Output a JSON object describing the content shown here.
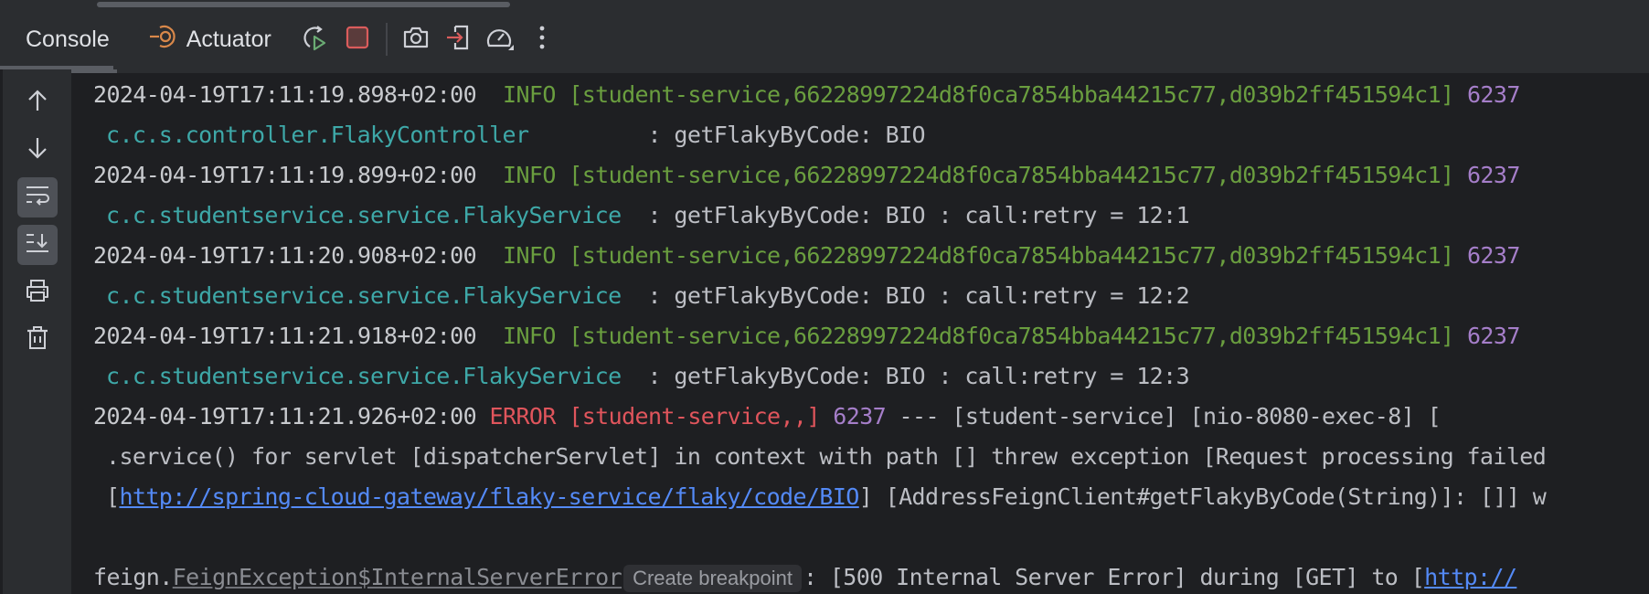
{
  "toolbar": {
    "tabs": [
      {
        "label": "Console",
        "active": true
      },
      {
        "label": "Actuator",
        "icon": "actuator-icon",
        "active": false
      }
    ],
    "buttons": [
      {
        "name": "rerun-icon",
        "color": "#6aab73"
      },
      {
        "name": "stop-icon",
        "color": "#db5c5c"
      },
      {
        "name": "screenshot-icon"
      },
      {
        "name": "restore-layout-icon",
        "color": "#db5c5c"
      },
      {
        "name": "profiler-icon"
      },
      {
        "name": "more-options-icon"
      }
    ]
  },
  "sidebar": {
    "buttons": [
      {
        "name": "scroll-up-icon",
        "active": false
      },
      {
        "name": "scroll-down-icon",
        "active": false
      },
      {
        "name": "soft-wrap-icon",
        "active": true
      },
      {
        "name": "scroll-to-end-icon",
        "active": true
      },
      {
        "name": "print-icon",
        "active": false
      },
      {
        "name": "clear-all-icon",
        "active": false
      }
    ]
  },
  "colors": {
    "background": "#1e1f22",
    "panel": "#2b2d30",
    "info": "#6a9e3f",
    "error": "#e0555c",
    "pid": "#a57ec9",
    "logger": "#3ea8a8",
    "link": "#548af7"
  },
  "log": [
    {
      "timestamp": "2024-04-19T17:11:19.898+02:00",
      "level": " INFO",
      "context": "[student-service,66228997224d8f0ca7854bba44215c77,d039b2ff451594c1]",
      "pid": "6237",
      "logger": "c.c.s.controller.FlakyController",
      "message": "         : getFlakyByCode: BIO"
    },
    {
      "timestamp": "2024-04-19T17:11:19.899+02:00",
      "level": " INFO",
      "context": "[student-service,66228997224d8f0ca7854bba44215c77,d039b2ff451594c1]",
      "pid": "6237",
      "logger": "c.c.studentservice.service.FlakyService",
      "message": "  : getFlakyByCode: BIO : call:retry = 12:1"
    },
    {
      "timestamp": "2024-04-19T17:11:20.908+02:00",
      "level": " INFO",
      "context": "[student-service,66228997224d8f0ca7854bba44215c77,d039b2ff451594c1]",
      "pid": "6237",
      "logger": "c.c.studentservice.service.FlakyService",
      "message": "  : getFlakyByCode: BIO : call:retry = 12:2"
    },
    {
      "timestamp": "2024-04-19T17:11:21.918+02:00",
      "level": " INFO",
      "context": "[student-service,66228997224d8f0ca7854bba44215c77,d039b2ff451594c1]",
      "pid": "6237",
      "logger": "c.c.studentservice.service.FlakyService",
      "message": "  : getFlakyByCode: BIO : call:retry = 12:3"
    }
  ],
  "error": {
    "timestamp": "2024-04-19T17:11:21.926+02:00",
    "level": "ERROR",
    "context": "[student-service,,]",
    "pid": "6237",
    "rest": " --- [student-service] [nio-8080-exec-8] [",
    "line2": ".service() for servlet [dispatcherServlet] in context with path [] threw exception [Request processing failed",
    "line3_prefix": "[",
    "line3_link": "http://spring-cloud-gateway/flaky-service/flaky/code/BIO",
    "line3_suffix": "] [AddressFeignClient#getFlakyByCode(String)]: []] w",
    "exception_pkg": "feign.",
    "exception_class": "FeignException$InternalServerError",
    "tooltip": "Create breakpoint",
    "exception_msg": ": [500 Internal Server Error] during [GET] to [",
    "exception_link": "http://"
  }
}
